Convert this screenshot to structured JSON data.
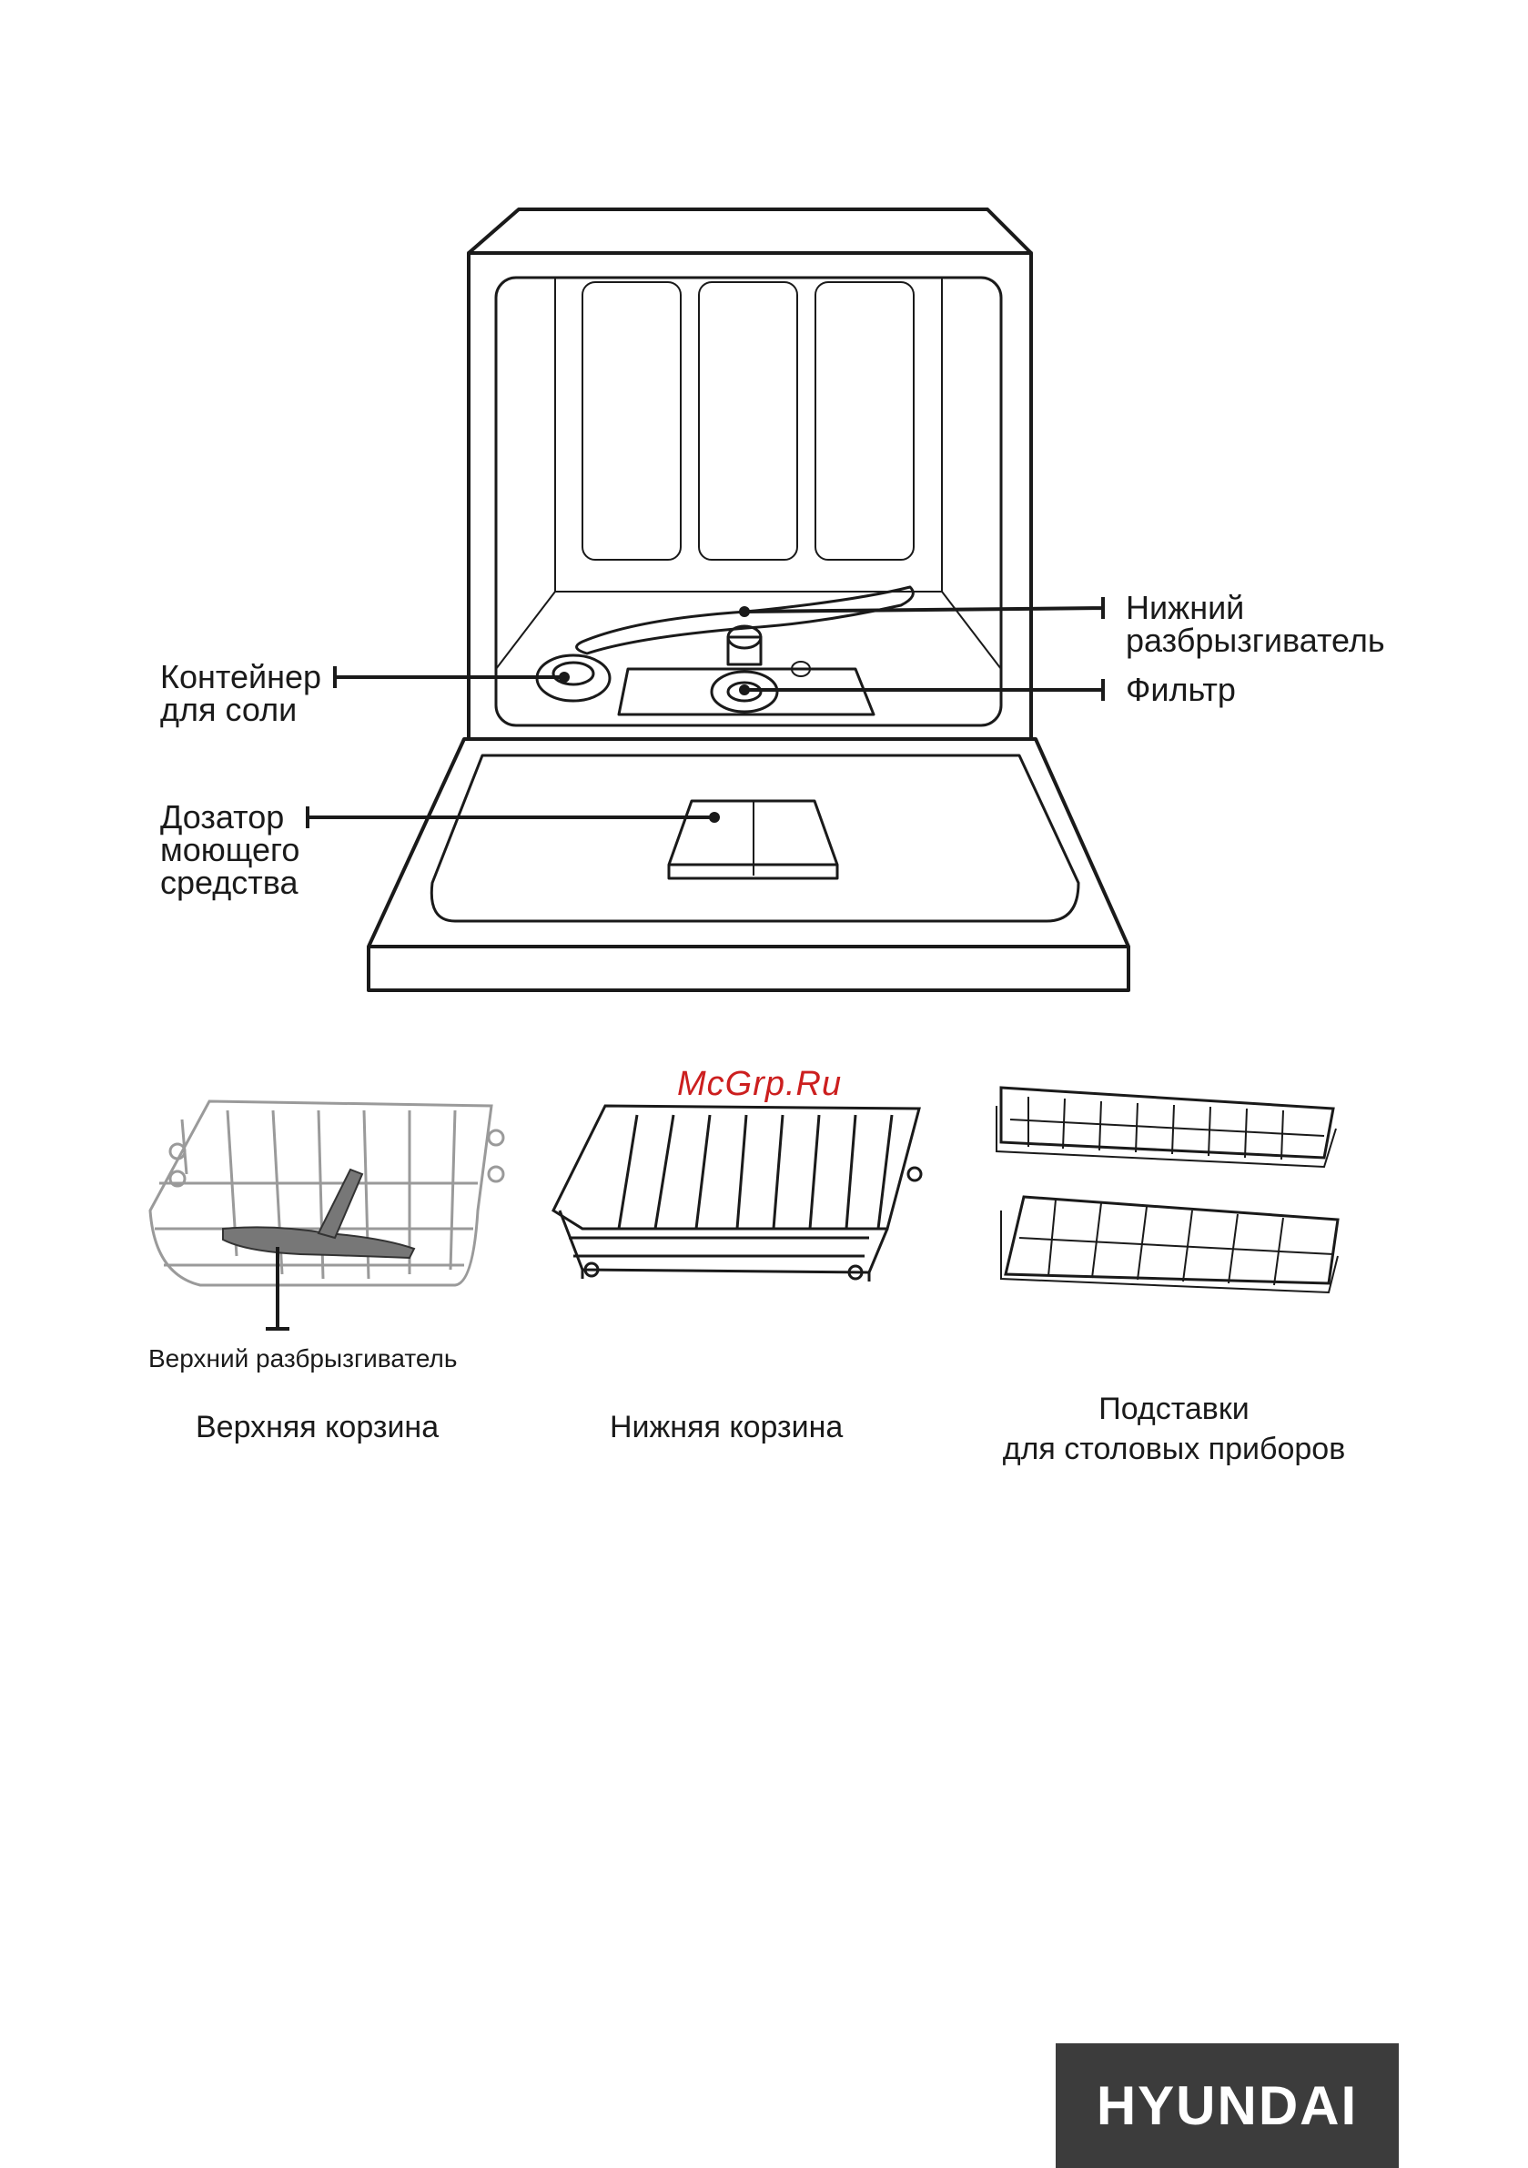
{
  "labels": {
    "lower_sprayer": [
      "Нижний",
      "разбрызгиватель"
    ],
    "filter": "Фильтр",
    "salt_container": [
      "Контейнер",
      "для соли"
    ],
    "detergent_dispenser": [
      "Дозатор",
      "моющего",
      "средства"
    ],
    "upper_sprayer": "Верхний разбрызгиватель"
  },
  "captions": {
    "upper_basket": "Верхняя корзина",
    "lower_basket": "Нижняя корзина",
    "cutlery": [
      "Подставки",
      "для столовых приборов"
    ]
  },
  "watermark": "McGrp.Ru",
  "brand": "HYUNDAI",
  "colors": {
    "line": "#1a1a1a",
    "brand_bg": "#3c3c3c",
    "watermark": "#cc1f1f"
  }
}
